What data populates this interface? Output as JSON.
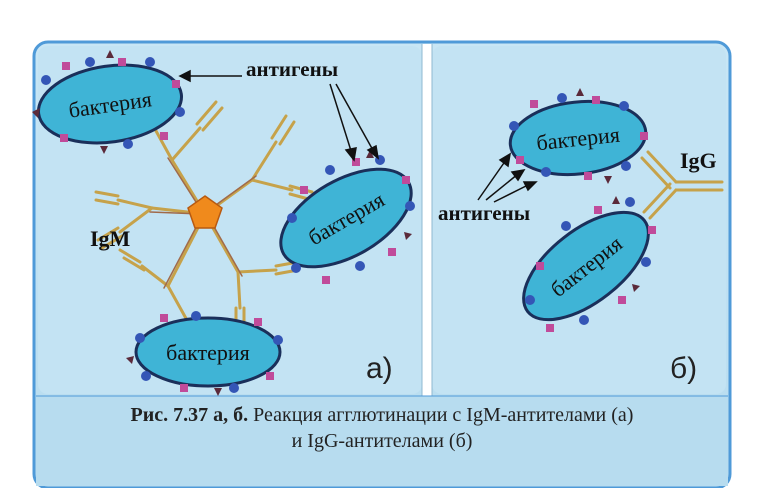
{
  "panels": {
    "left": {
      "letter": "а)",
      "antigen_label": "антигены",
      "antibody_label": "IgM",
      "bacteria": [
        "бактерия",
        "бактерия",
        "бактерия"
      ]
    },
    "right": {
      "letter": "б)",
      "antigen_label": "антигены",
      "antibody_label": "IgG",
      "bacteria": [
        "бактерия",
        "бактерия"
      ]
    }
  },
  "caption": {
    "prefix": "Рис. 7.37 а, б.",
    "line1": "Реакция агглютинации с IgM-антителами (а)",
    "line2": "и IgG-антителами (б)"
  },
  "colors": {
    "bacteria_fill": "#3fb4d6",
    "antibody": "#c6a24a",
    "antibody_core": "#f08a1c",
    "panel_bg": "#bfe1f2",
    "frame": "#4f9ad8",
    "antigen_blue": "#3456b6",
    "antigen_pink": "#c04b9a",
    "antigen_dark": "#5b2a3a"
  }
}
